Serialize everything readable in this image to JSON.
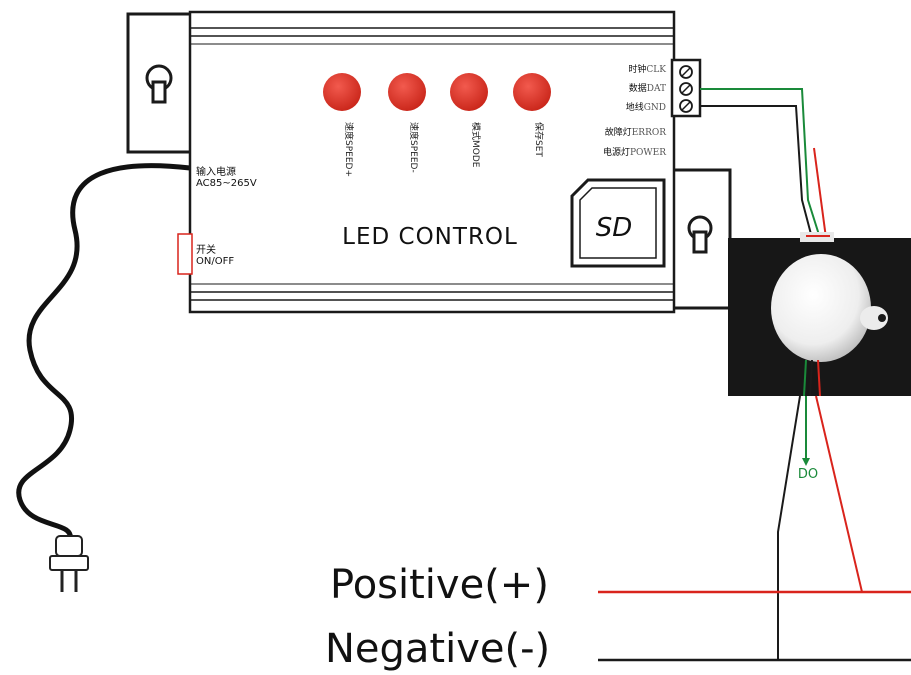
{
  "controller": {
    "title": "LED CONTROL",
    "sd_label": "SD",
    "input_label_cn": "输入电源",
    "input_label_en": "AC85~265V",
    "switch_label_cn": "开关",
    "switch_label_en": "ON/OFF",
    "buttons": [
      {
        "label": "速度SPEED+",
        "color": "#e53226"
      },
      {
        "label": "速度SPEED-",
        "color": "#e53226"
      },
      {
        "label": "模式MODE",
        "color": "#e53226"
      },
      {
        "label": "保存SET",
        "color": "#e53226"
      }
    ],
    "terminals": [
      {
        "cn": "时钟",
        "en": "CLK"
      },
      {
        "cn": "数据",
        "en": "DAT"
      },
      {
        "cn": "地线",
        "en": "GND"
      }
    ],
    "indicators": [
      {
        "cn": "故障灯",
        "en": "ERROR"
      },
      {
        "cn": "电源灯",
        "en": "POWER"
      }
    ]
  },
  "wiring": {
    "do_label": "DO",
    "positive_label": "Positive(+)",
    "negative_label": "Negative(-)",
    "positive_color": "#d9241c",
    "negative_color": "#1a1a1a",
    "data_color": "#1a8a3a"
  }
}
